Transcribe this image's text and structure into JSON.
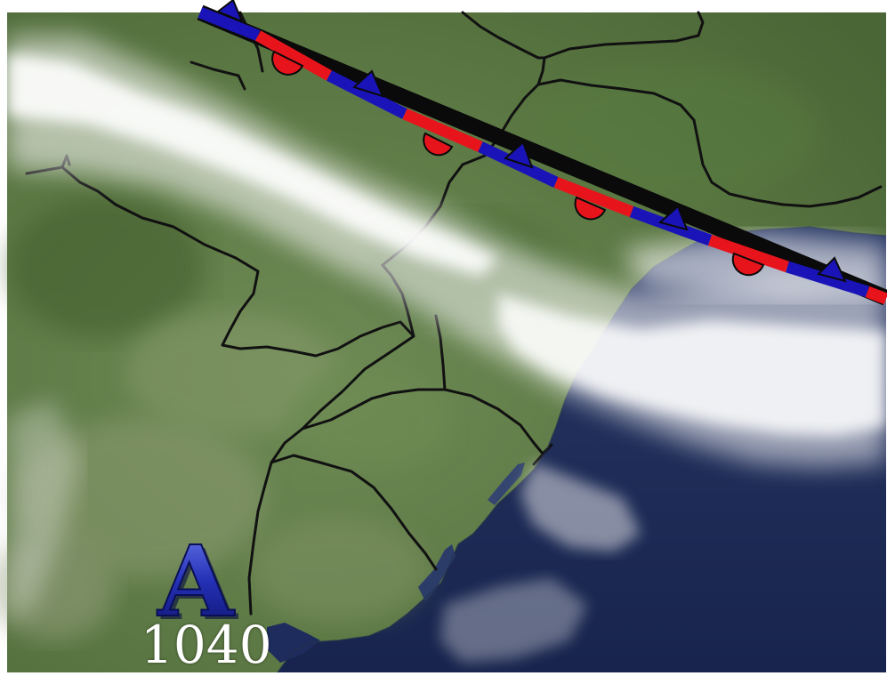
{
  "high_pressure": {
    "symbol": "A",
    "pressure": "1040"
  },
  "front": {
    "type": "stationary-front",
    "warm_color": "#e8141c",
    "cold_color": "#1a14b8"
  },
  "colors": {
    "land": "#5f7d48",
    "ocean": "#1d2c5c",
    "cloud": "#f2f2f2",
    "border": "#111111"
  },
  "icons": {
    "high_pressure": "high-pressure-icon"
  }
}
